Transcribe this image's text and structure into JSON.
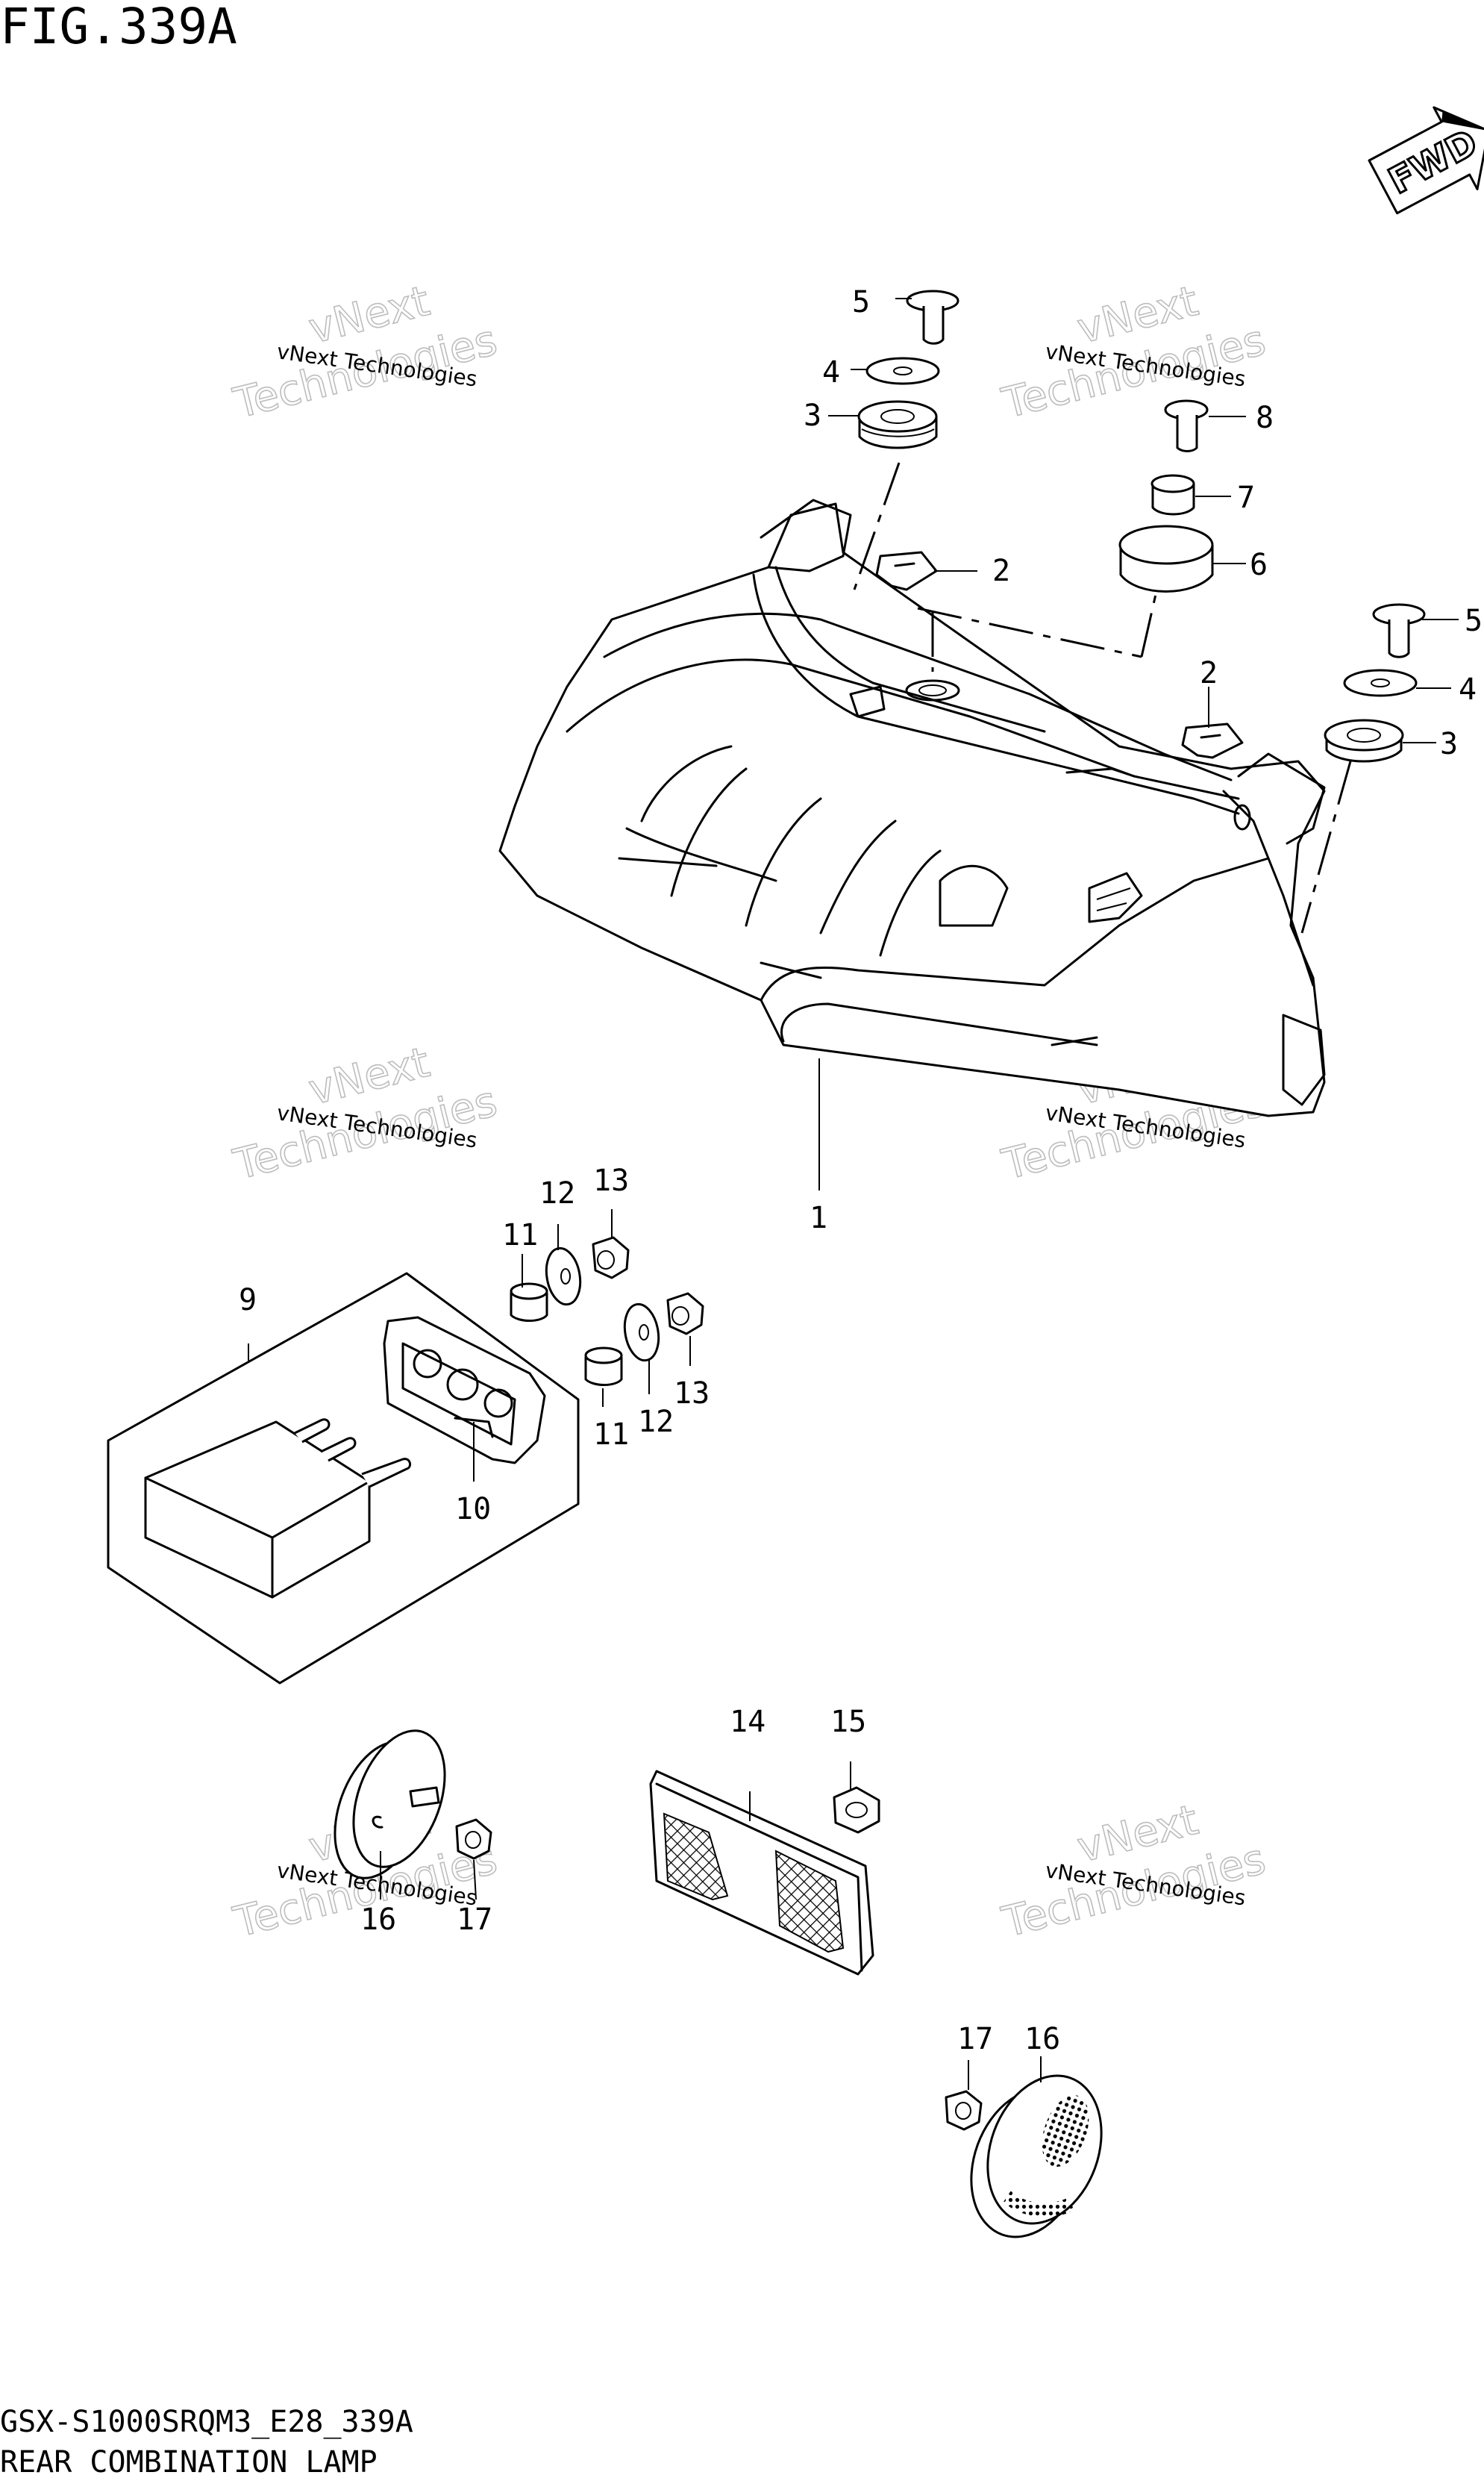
{
  "header": {
    "figure_title": "FIG.339A",
    "fwd_label": "FWD"
  },
  "footer": {
    "model_code": "GSX-S1000SRQM3_E28_339A",
    "section_name": "REAR COMBINATION LAMP"
  },
  "watermark": {
    "small_text": "vNext Technologies",
    "big_line1": "vNext",
    "big_line2": "Technologies"
  },
  "callouts": [
    {
      "id": "c1",
      "text": "1"
    },
    {
      "id": "c2a",
      "text": "2"
    },
    {
      "id": "c2b",
      "text": "2"
    },
    {
      "id": "c3a",
      "text": "3"
    },
    {
      "id": "c3b",
      "text": "3"
    },
    {
      "id": "c4a",
      "text": "4"
    },
    {
      "id": "c4b",
      "text": "4"
    },
    {
      "id": "c5a",
      "text": "5"
    },
    {
      "id": "c5b",
      "text": "5"
    },
    {
      "id": "c6",
      "text": "6"
    },
    {
      "id": "c7",
      "text": "7"
    },
    {
      "id": "c8",
      "text": "8"
    },
    {
      "id": "c9",
      "text": "9"
    },
    {
      "id": "c10",
      "text": "10"
    },
    {
      "id": "c11a",
      "text": "11"
    },
    {
      "id": "c11b",
      "text": "11"
    },
    {
      "id": "c12a",
      "text": "12"
    },
    {
      "id": "c12b",
      "text": "12"
    },
    {
      "id": "c13a",
      "text": "13"
    },
    {
      "id": "c13b",
      "text": "13"
    },
    {
      "id": "c14",
      "text": "14"
    },
    {
      "id": "c15",
      "text": "15"
    },
    {
      "id": "c16a",
      "text": "16"
    },
    {
      "id": "c16b",
      "text": "16"
    },
    {
      "id": "c17a",
      "text": "17"
    },
    {
      "id": "c17b",
      "text": "17"
    }
  ]
}
